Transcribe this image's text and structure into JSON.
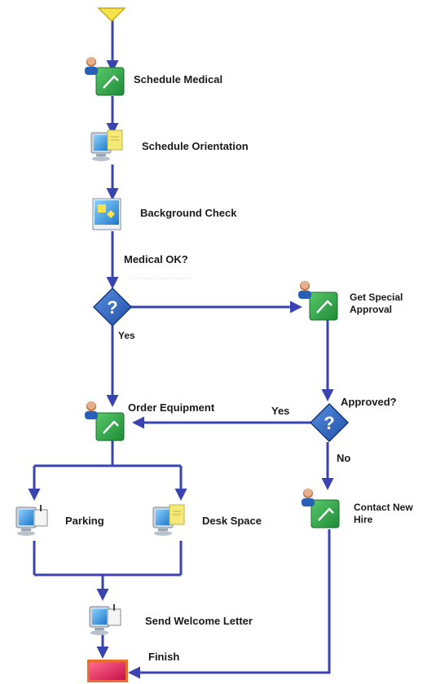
{
  "steps": {
    "schedule_medical": "Schedule Medical",
    "schedule_orientation": "Schedule Orientation",
    "background_check": "Background Check",
    "medical_ok": "Medical OK?",
    "get_special_approval": "Get Special Approval",
    "order_equipment": "Order Equipment",
    "approved": "Approved?",
    "contact_new_hire": "Contact New Hire",
    "parking": "Parking",
    "desk_space": "Desk Space",
    "send_welcome_letter": "Send Welcome Letter",
    "finish": "Finish"
  },
  "branches": {
    "medical_yes": "Yes",
    "approved_yes": "Yes",
    "approved_no": "No"
  },
  "icons": {
    "start": "start-triangle-icon",
    "person_task": "person-task-icon",
    "computer_note": "computer-note-icon",
    "computer_sign": "computer-sign-icon",
    "window_form": "window-form-icon",
    "decision": "question-diamond-icon",
    "finish": "finish-block-icon"
  },
  "colors": {
    "connector": "#3a44b0",
    "task_green": "#2fa84a",
    "decision_blue": "#2c66c4",
    "finish_red": "#e0245e",
    "start_yellow": "#f6e24a"
  }
}
